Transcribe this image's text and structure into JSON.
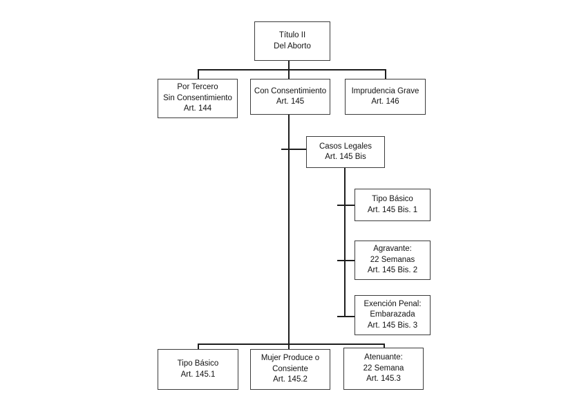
{
  "diagram": {
    "title_root": "Título II",
    "nodes": {
      "root": {
        "lines": [
          "Título II",
          "Del Aborto"
        ]
      },
      "por_tercero": {
        "lines": [
          "Por Tercero",
          "Sin Consentimiento",
          "Art. 144"
        ]
      },
      "con_consentimiento": {
        "lines": [
          "Con Consentimiento",
          "Art. 145"
        ]
      },
      "imprudencia_grave": {
        "lines": [
          "Imprudencia Grave",
          "Art. 146"
        ]
      },
      "casos_legales": {
        "lines": [
          "Casos Legales",
          "Art. 145 Bis"
        ]
      },
      "tipo_basico_bis1": {
        "lines": [
          "Tipo Básico",
          "Art. 145 Bis. 1"
        ]
      },
      "agravante_bis2": {
        "lines": [
          "Agravante:",
          "22 Semanas",
          "Art. 145 Bis. 2"
        ]
      },
      "exencion_penal_bis3": {
        "lines": [
          "Exención Penal:",
          "Embarazada",
          "Art. 145 Bis. 3"
        ]
      },
      "tipo_basico_1451": {
        "lines": [
          "Tipo Básico",
          "Art. 145.1"
        ]
      },
      "mujer_produce_1452": {
        "lines": [
          "Mujer Produce o",
          "Consiente",
          "Art. 145.2"
        ]
      },
      "atenuante_1453": {
        "lines": [
          "Atenuante:",
          "22 Semana",
          "Art. 145.3"
        ]
      }
    },
    "colors": {
      "background": "#ffffff",
      "box_border": "#3a3a3a",
      "connector": "#1d1d1d",
      "text": "#111111"
    }
  }
}
